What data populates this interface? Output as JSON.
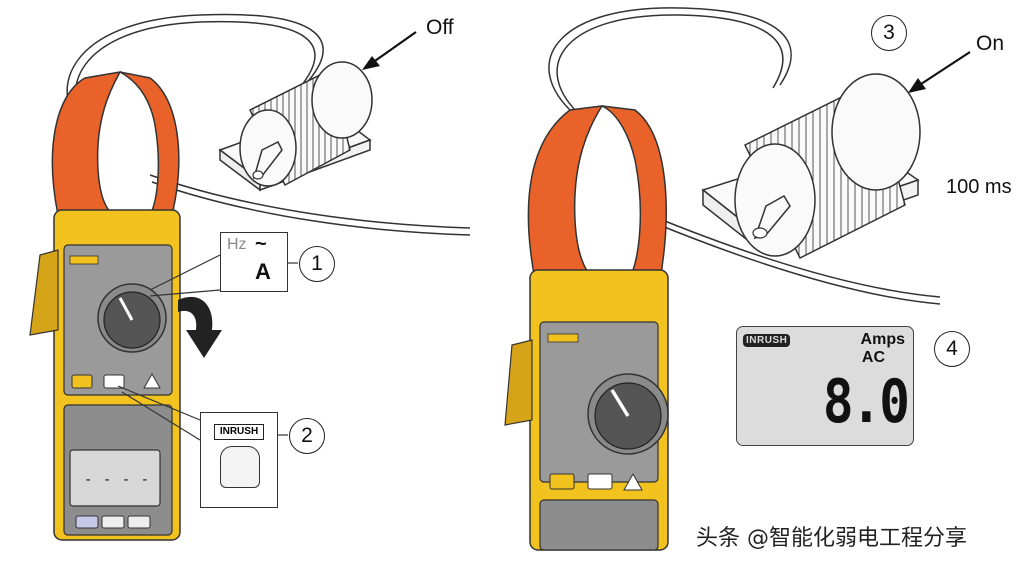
{
  "left_panel": {
    "motor_state_label": "Off",
    "step1_number": "1",
    "step2_number": "2",
    "dial_callout": {
      "hz_label": "Hz",
      "amps_symbol": "A"
    },
    "button_callout": {
      "inrush_label": "INRUSH"
    },
    "meter_display": "- - - -"
  },
  "right_panel": {
    "motor_state_label": "On",
    "step3_number": "3",
    "step4_number": "4",
    "timing_label": "100 ms",
    "lcd": {
      "mode_tag": "INRUSH",
      "unit_line1": "Amps",
      "unit_line2": "AC",
      "reading": "8.0"
    }
  },
  "watermark": "头条 @智能化弱电工程分享",
  "colors": {
    "clamp_jaw": "#e8622a",
    "meter_body": "#f2c21f",
    "meter_face": "#9a9a9a",
    "lcd_background": "#dcdcdc",
    "line": "#333333"
  }
}
